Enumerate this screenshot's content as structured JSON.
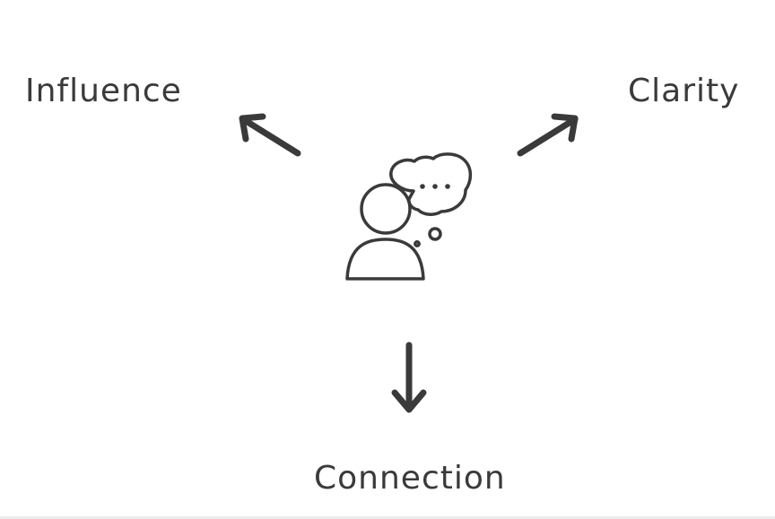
{
  "diagram": {
    "center": "thinking-person-icon",
    "labels": {
      "influence": "Influence",
      "clarity": "Clarity",
      "connection": "Connection"
    },
    "colors": {
      "ink": "#3a3a3a",
      "background": "#ffffff"
    }
  }
}
